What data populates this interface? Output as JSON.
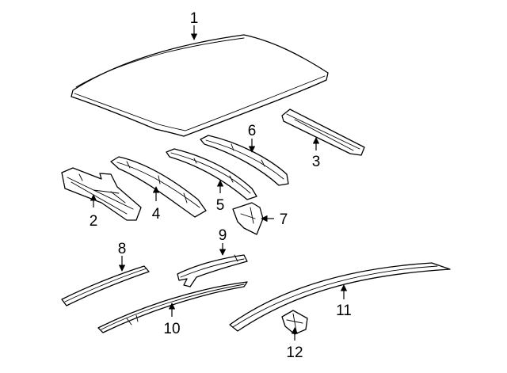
{
  "diagram": {
    "callouts": [
      {
        "id": "roof-panel",
        "number": "1"
      },
      {
        "id": "front-header",
        "number": "2"
      },
      {
        "id": "rear-header",
        "number": "3"
      },
      {
        "id": "roof-bow-front",
        "number": "4"
      },
      {
        "id": "roof-bow-center",
        "number": "5"
      },
      {
        "id": "roof-bow-rear",
        "number": "6"
      },
      {
        "id": "bracket",
        "number": "7"
      },
      {
        "id": "side-rail-front",
        "number": "8"
      },
      {
        "id": "side-rail-upper",
        "number": "9"
      },
      {
        "id": "side-rail-lower",
        "number": "10"
      },
      {
        "id": "roof-side-rail",
        "number": "11"
      },
      {
        "id": "small-bracket",
        "number": "12"
      }
    ],
    "colors": {
      "line": "#000000",
      "background": "#ffffff"
    }
  }
}
